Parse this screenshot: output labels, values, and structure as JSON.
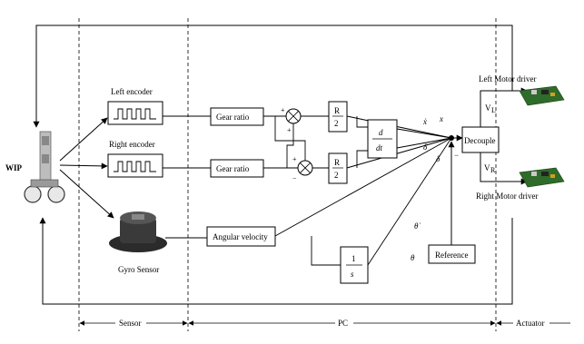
{
  "labels": {
    "wip": "WIP",
    "left_encoder": "Left encoder",
    "right_encoder": "Right encoder",
    "gyro_sensor": "Gyro Sensor",
    "gear_ratio_1": "Gear ratio",
    "gear_ratio_2": "Gear ratio",
    "angular_velocity": "Angular velocity",
    "r_top": "R",
    "two_top": "2",
    "r_bot": "R",
    "two_bot": "2",
    "d_num": "d",
    "dt_den": "dt",
    "int_num": "1",
    "int_den": "s",
    "decouple": "Decouple",
    "reference": "Reference",
    "left_motor_driver": "Left Motor driver",
    "right_motor_driver": "Right Motor driver",
    "vl": "V",
    "vl_sub": "L",
    "vr": "V",
    "vr_sub": "R",
    "x_dot": "ẋ",
    "x": "x",
    "delta_dot": "δ̇",
    "delta": "δ",
    "theta_dot": "θ̇",
    "theta": "θ",
    "minus_sign": "−",
    "plus_1": "+",
    "plus_2": "+",
    "plus_3": "+",
    "plus_4": "+",
    "minus_2": "−"
  },
  "sections": {
    "sensor": "Sensor",
    "pc": "PC",
    "actuator": "Actuator"
  }
}
